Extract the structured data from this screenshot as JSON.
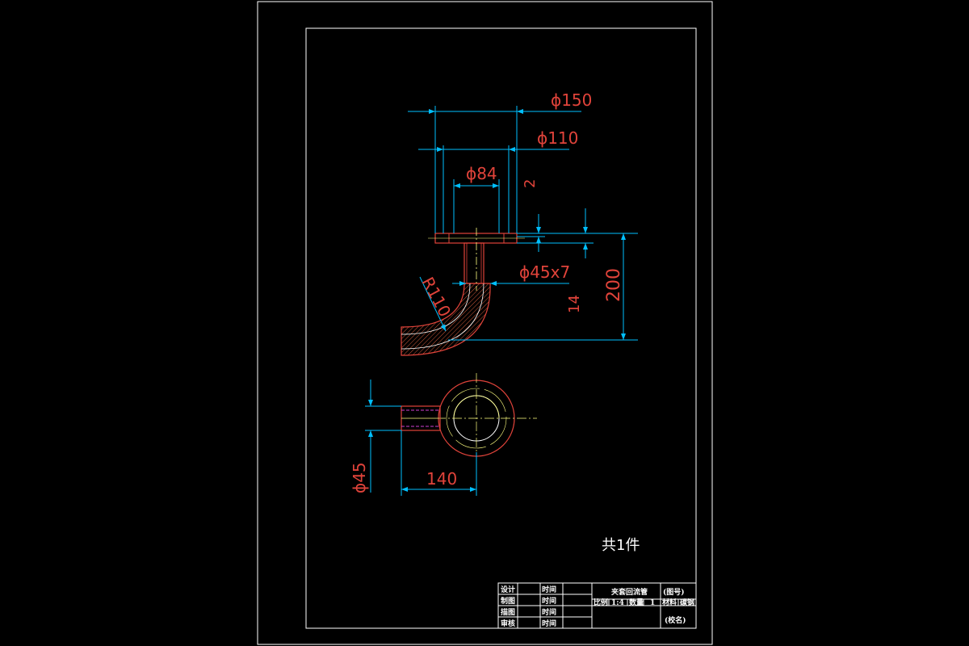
{
  "dimensions": {
    "d150": "ϕ150",
    "d110": "ϕ110",
    "d84": "ϕ84",
    "t2": "2",
    "d45x7": "ϕ45x7",
    "r110": "R110",
    "t14": "14",
    "h200": "200",
    "d45": "ϕ45",
    "l140": "140"
  },
  "note": "共1件",
  "title_block": {
    "designed": "设计",
    "drawn": "制图",
    "traced": "描图",
    "checked": "审核",
    "date1": "时间",
    "date2": "时间",
    "date3": "时间",
    "date4": "时间",
    "part_name": "夹套回流管",
    "drawing_no": "(图号)",
    "scale_label": "比例",
    "scale_value": "1:4",
    "qty_label": "数量",
    "qty_value": "1",
    "material_label": "材料",
    "material_value": "碳钢",
    "school": "(校名)"
  },
  "colors": {
    "background": "#000000",
    "frame": "#ffffff",
    "dimension_line": "#00bfff",
    "dimension_text": "#e0433a",
    "part_outline": "#e0433a",
    "centerline": "#ffff80",
    "hatch": "#cc5a3a",
    "hidden": "#d040d0"
  }
}
